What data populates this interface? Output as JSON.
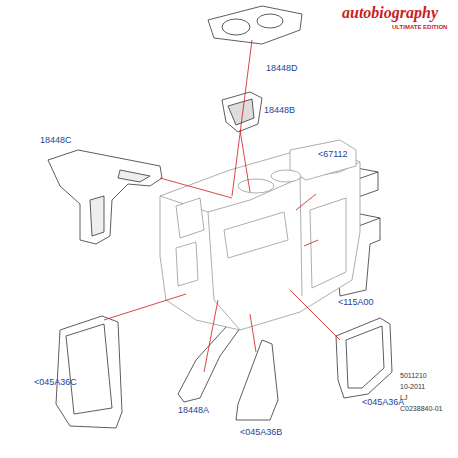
{
  "diagram": {
    "labels": [
      "autobiography",
      "ULTIMATE EDITION",
      "18448D",
      "18448B",
      "18448C",
      "<67112",
      "<115A00",
      "<045A36A",
      "18448A",
      "<045A36B",
      "<045A36C",
      "5011210",
      "10-2011",
      "LJ",
      "C0238840-01"
    ]
  }
}
